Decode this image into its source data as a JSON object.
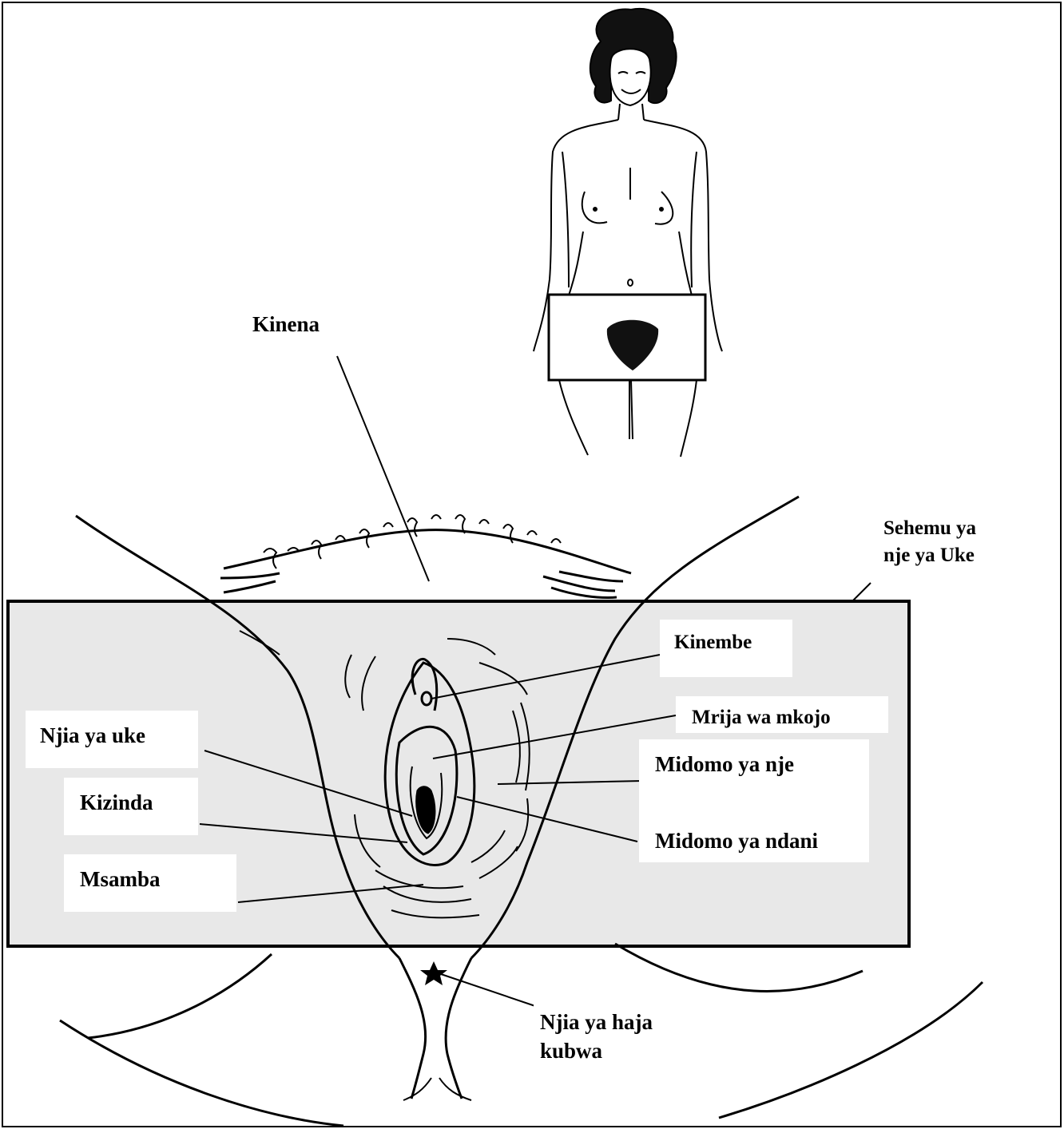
{
  "labels": {
    "kinena": "Kinena",
    "sehemu": "Sehemu ya nje ya Uke",
    "kinembe": "Kinembe",
    "mrija": "Mrija wa mkojo",
    "midomo_nje": "Midomo ya nje",
    "midomo_ndani": "Midomo ya ndani",
    "njia_uke": "Njia ya uke",
    "kizinda": "Kizinda",
    "msamba": "Msamba",
    "njia_haja": "Njia ya haja kubwa"
  },
  "colors": {
    "line": "#000000",
    "panel": "#e8e8e8",
    "background": "#ffffff"
  },
  "icons": {
    "anus_marker": "star-icon"
  }
}
